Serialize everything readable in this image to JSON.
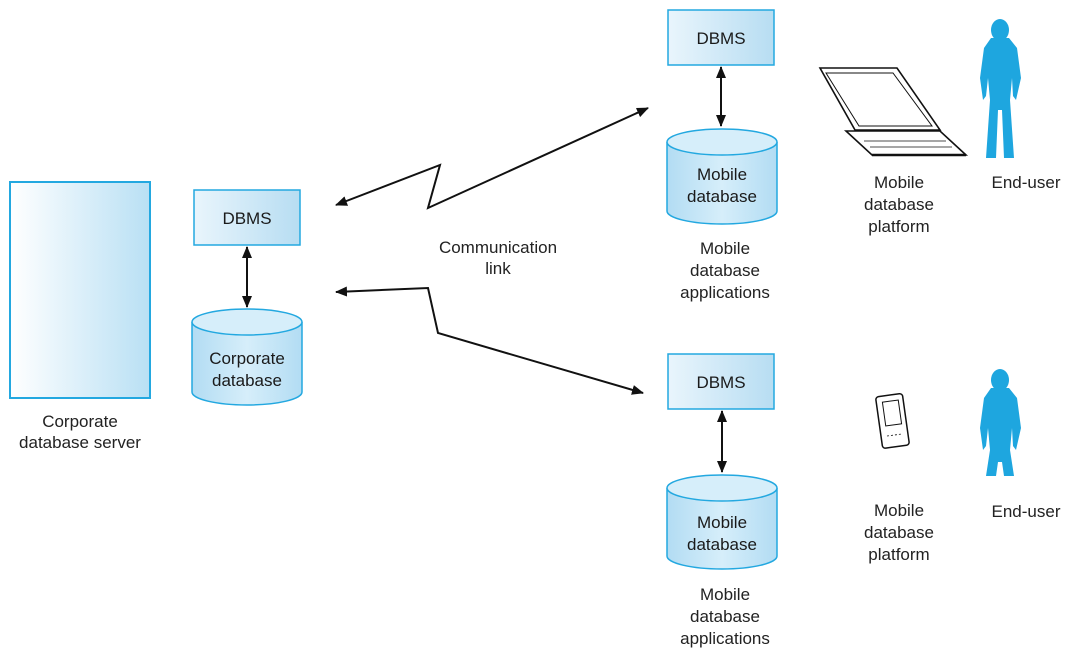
{
  "server": {
    "caption_line1": "Corporate",
    "caption_line2": "database server"
  },
  "corporate": {
    "dbms_label": "DBMS",
    "db_line1": "Corporate",
    "db_line2": "database"
  },
  "link": {
    "line1": "Communication",
    "line2": "link"
  },
  "site_top": {
    "dbms_label": "DBMS",
    "db_line1": "Mobile",
    "db_line2": "database",
    "apps_line1": "Mobile",
    "apps_line2": "database",
    "apps_line3": "applications",
    "platform_line1": "Mobile",
    "platform_line2": "database",
    "platform_line3": "platform",
    "platform_icon": "laptop-icon",
    "user_label": "End-user",
    "user_icon": "person-icon"
  },
  "site_bottom": {
    "dbms_label": "DBMS",
    "db_line1": "Mobile",
    "db_line2": "database",
    "apps_line1": "Mobile",
    "apps_line2": "database",
    "apps_line3": "applications",
    "platform_line1": "Mobile",
    "platform_line2": "database",
    "platform_line3": "platform",
    "platform_icon": "phone-icon",
    "user_label": "End-user",
    "user_icon": "person-icon"
  },
  "colors": {
    "fill": "#cfe8f6",
    "stroke": "#23a8e0",
    "figure": "#1ea6df",
    "arrow": "#111111"
  }
}
